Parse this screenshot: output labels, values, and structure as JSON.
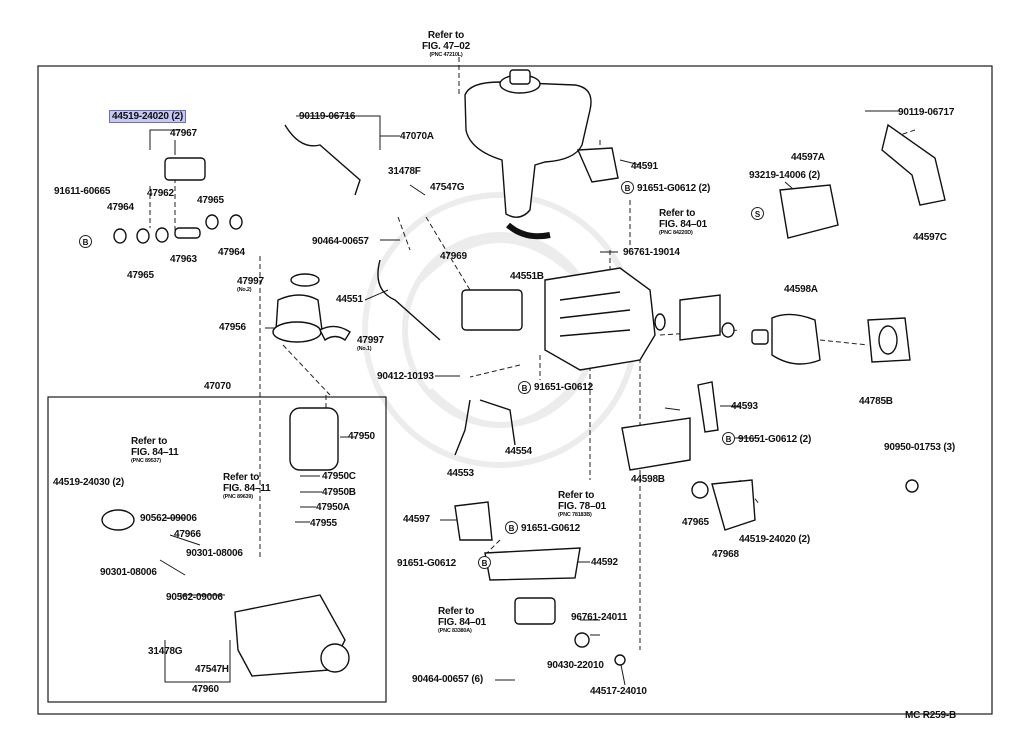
{
  "diagram": {
    "refs": {
      "fig47": {
        "line1": "Refer to",
        "line2": "FIG. 47–02",
        "pnc": "(PNC 47210L)"
      },
      "fig84_11a": {
        "line1": "Refer to",
        "line2": "FIG. 84–11",
        "pnc": "(PNC 89537)"
      },
      "fig84_11b": {
        "line1": "Refer to",
        "line2": "FIG. 84–11",
        "pnc": "(PNC 89639)"
      },
      "fig84_01a": {
        "line1": "Refer to",
        "line2": "FIG. 84–01",
        "pnc": "(PNC 84220D)"
      },
      "fig78_01": {
        "line1": "Refer to",
        "line2": "FIG. 78–01",
        "pnc": "(PNC 78183B)"
      },
      "fig84_01b": {
        "line1": "Refer to",
        "line2": "FIG. 84–01",
        "pnc": "(PNC 83380A)"
      }
    },
    "labels": {
      "p44519_24020_a": "44519-24020 (2)",
      "p47967": "47967",
      "p91611": "91611-60665",
      "p47964a": "47964",
      "p47962": "47962",
      "p47965a": "47965",
      "p47965b": "47965",
      "p47963": "47963",
      "p47964b": "47964",
      "p90119_06716": "90119-06716",
      "p47070A": "47070A",
      "p31478F": "31478F",
      "p47547G": "47547G",
      "p90464_00657": "90464-00657",
      "p47969": "47969",
      "p47997_2": "47997",
      "no2": "(No.2)",
      "p44551": "44551",
      "p47956": "47956",
      "p47997_1": "47997",
      "no1": "(No.1)",
      "p47070": "47070",
      "p44591": "44591",
      "p91651_a": "91651-G0612 (2)",
      "p44551B": "44551B",
      "p96761_19014": "96761-19014",
      "p93219": "93219-14006 (2)",
      "p44597A": "44597A",
      "p90119_06717": "90119-06717",
      "p44597C": "44597C",
      "p44598A": "44598A",
      "p44785B": "44785B",
      "p90412": "90412-10193",
      "p91651_b": "91651-G0612",
      "p44593": "44593",
      "p91651_c": "91651-G0612 (2)",
      "p90950": "90950-01753 (3)",
      "p44553": "44553",
      "p44554": "44554",
      "p44598B": "44598B",
      "p47950": "47950",
      "p47950C": "47950C",
      "p47950B": "47950B",
      "p47950A": "47950A",
      "p47955": "47955",
      "p44519_24030": "44519-24030 (2)",
      "p90562_a": "90562-09006",
      "p47966": "47966",
      "p90301_a": "90301-08006",
      "p90301_b": "90301-08006",
      "p90562_b": "90562-09006",
      "p31478G": "31478G",
      "p47547H": "47547H",
      "p47960": "47960",
      "p44597": "44597",
      "p91651_d": "91651-G0612",
      "p91651_e": "91651-G0612",
      "p44592": "44592",
      "p47965c": "47965",
      "p44519_24020_b": "44519-24020 (2)",
      "p47968": "47968",
      "p96761_24011": "96761-24011",
      "p90430": "90430-22010",
      "p90464_6": "90464-00657 (6)",
      "p44517": "44517-24010",
      "code": "MC R259-B"
    },
    "badges": {
      "b": "B",
      "s": "S"
    }
  }
}
